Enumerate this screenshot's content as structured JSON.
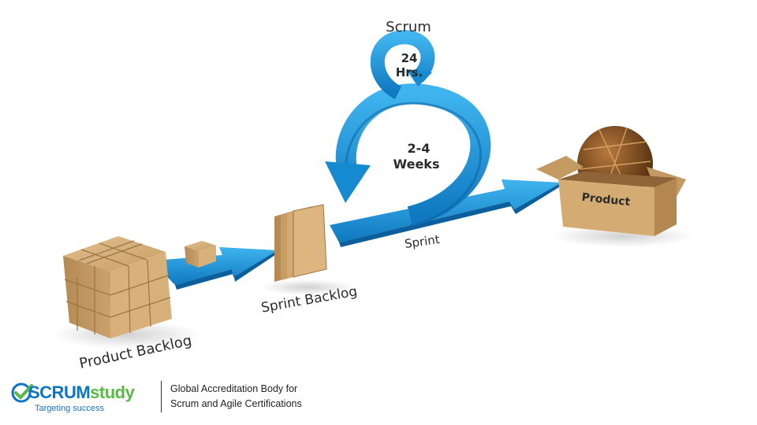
{
  "labels": {
    "scrum": "Scrum",
    "daily_top": "24",
    "daily_bottom": "Hrs.",
    "sprint_len_top": "2-4",
    "sprint_len_bottom": "Weeks",
    "sprint": "Sprint",
    "sprint_backlog": "Sprint  Backlog",
    "product_backlog": "Product  Backlog",
    "product": "Product"
  },
  "footer": {
    "logo_part1": "SCRUM",
    "logo_part2": "study",
    "tagline": "Targeting success",
    "claim_line1": "Global Accreditation Body for",
    "claim_line2": "Scrum and Agile Certifications"
  },
  "colors": {
    "arrow_blue": "#1a8fd6",
    "box_tan": "#c9a26b",
    "brand_blue": "#0b74c4",
    "brand_green": "#58b947"
  }
}
